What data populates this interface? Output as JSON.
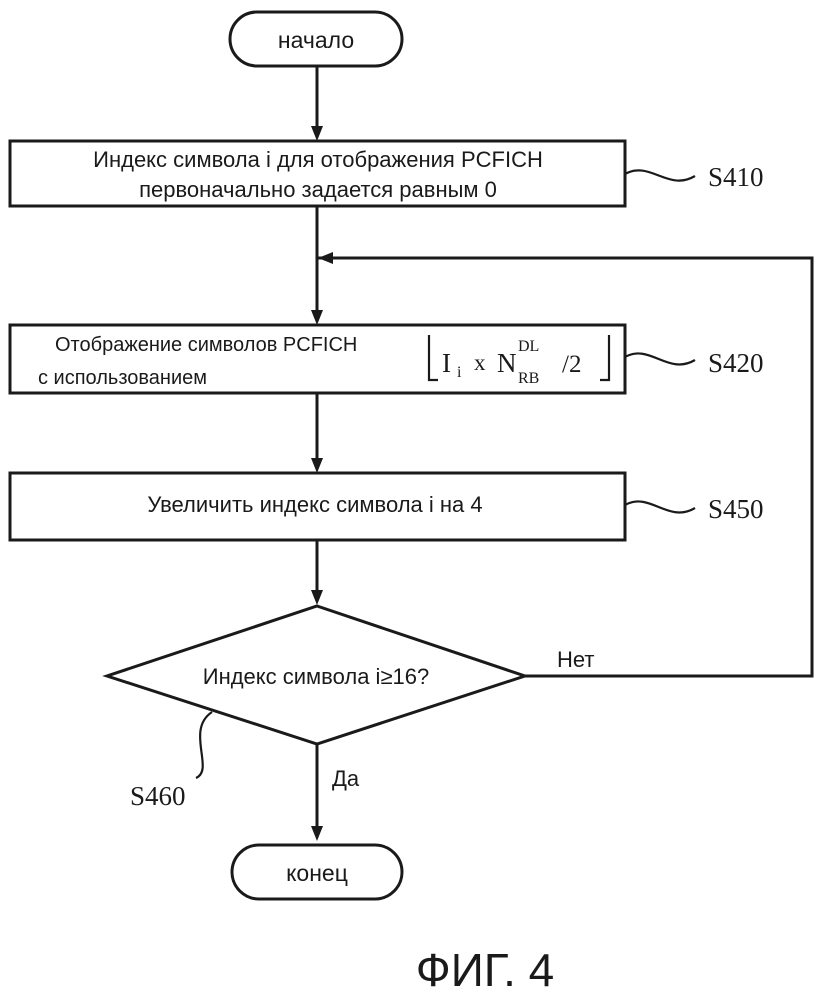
{
  "start": "начало",
  "end": "конец",
  "s410": {
    "line1": "Индекс символа i для отображения PCFICH",
    "line2": "первоначально задается равным 0",
    "ref": "S410"
  },
  "s420": {
    "line1": "Отображение символов PCFICH",
    "line2": "с использованием",
    "formula": {
      "I": "I",
      "i": "i",
      "x": "x",
      "N": "N",
      "sup": "DL",
      "sub": "RB",
      "div": "/2"
    },
    "ref": "S420"
  },
  "s450": {
    "text": "Увеличить индекс символа i на 4",
    "ref": "S450"
  },
  "s460": {
    "text": "Индекс символа i≥16?",
    "ref": "S460",
    "no": "Нет",
    "yes": "Да"
  },
  "caption": "ФИГ. 4"
}
